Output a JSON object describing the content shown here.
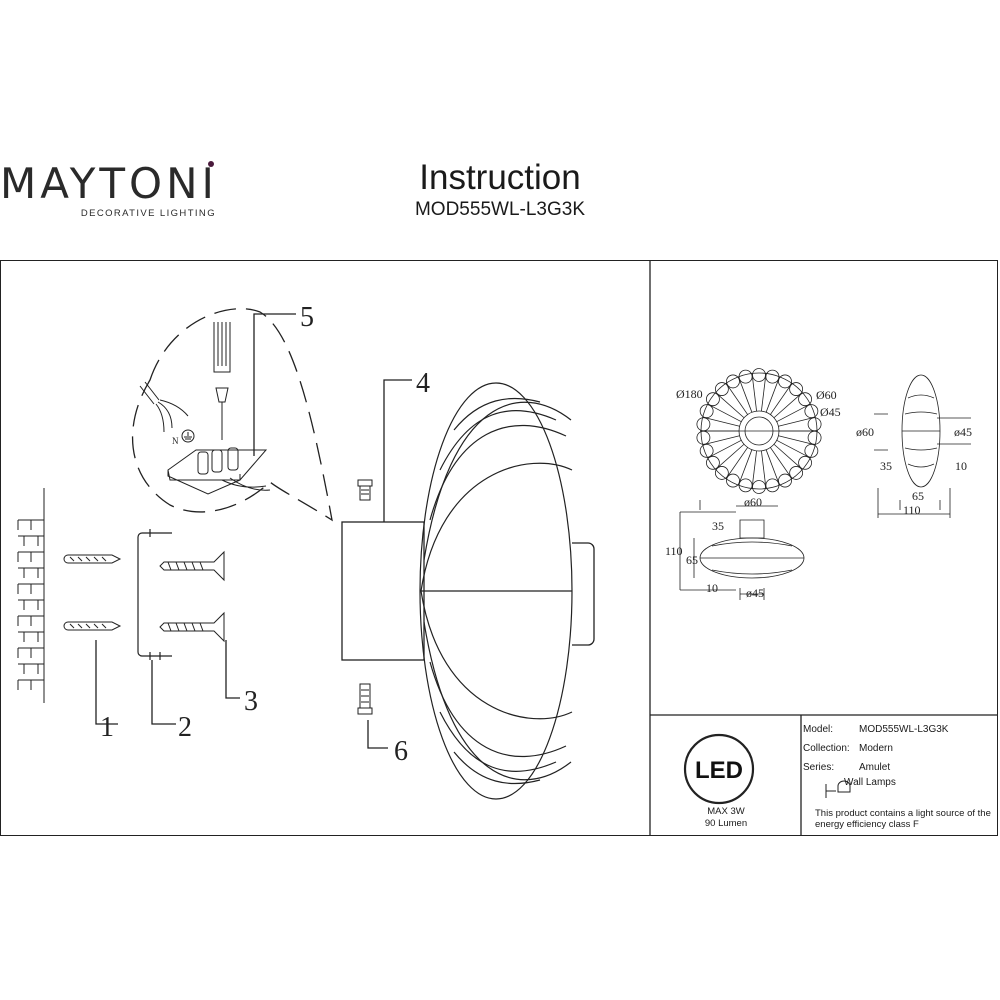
{
  "header": {
    "brand": "MAYTONI",
    "brand_tagline": "DECORATIVE LIGHTING",
    "title": "Instruction",
    "model_code": "MOD555WL-L3G3K"
  },
  "callouts": [
    "1",
    "2",
    "3",
    "4",
    "5",
    "6"
  ],
  "dimensions": {
    "front": [
      "Ø180",
      "Ø60",
      "Ø45"
    ],
    "side": [
      "ø60",
      "ø45",
      "35",
      "10",
      "65",
      "110"
    ],
    "bottom": [
      "ø60",
      "35",
      "110",
      "65",
      "10",
      "ø45"
    ]
  },
  "led": {
    "badge": "LED",
    "power": "MAX 3W",
    "flux": "90 Lumen"
  },
  "spec": {
    "model_label": "Model:",
    "model_value": "MOD555WL-L3G3K",
    "collection_label": "Collection:",
    "collection_value": "Modern",
    "series_label": "Series:",
    "series_value": "Amulet",
    "category": "Wall Lamps",
    "notice": "This product contains a light source of the energy efficiency class F"
  },
  "colors": {
    "line": "#222222",
    "brand_dot": "#4a1a3c"
  }
}
